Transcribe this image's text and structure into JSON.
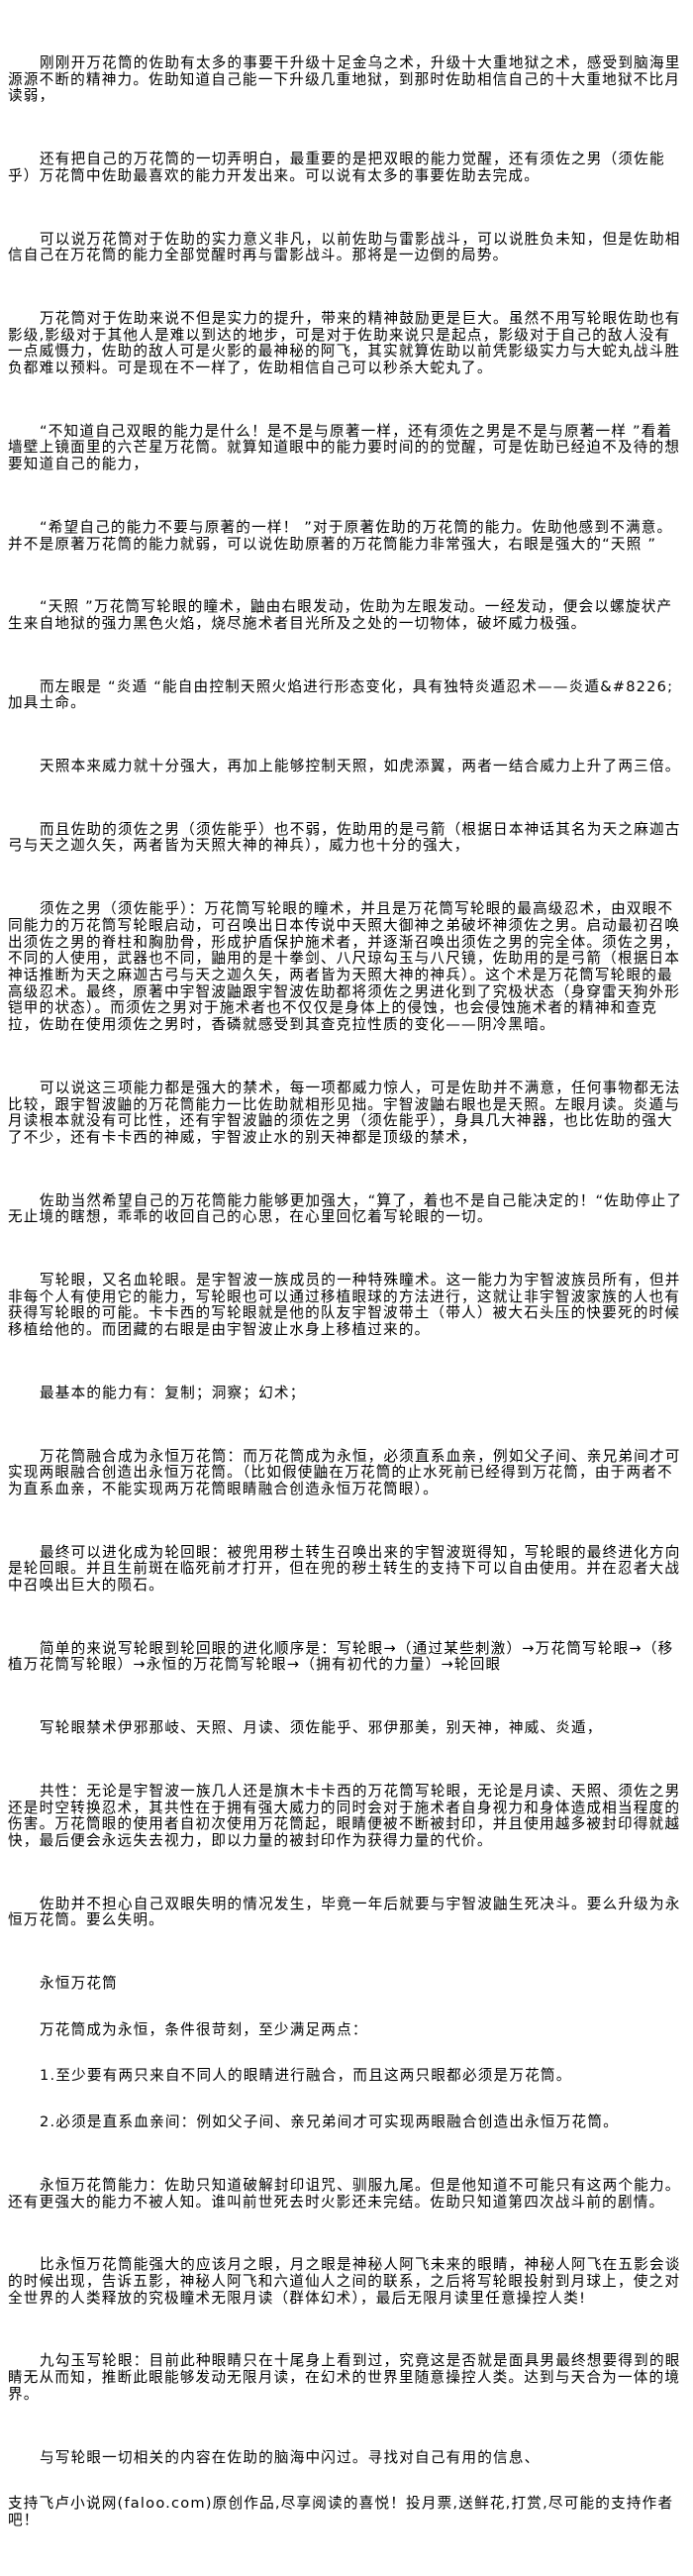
{
  "paragraphs": [
    "刚刚开万花筒的佐助有太多的事要干升级十足金乌之术，升级十大重地狱之术，感受到脑海里源源不断的精神力。佐助知道自己能一下升级几重地狱，到那时佐助相信自己的十大重地狱不比月读弱，",
    "还有把自己的万花筒的一切弄明白，最重要的是把双眼的能力觉醒，还有须佐之男（须佐能乎）万花筒中佐助最喜欢的能力开发出来。可以说有太多的事要佐助去完成。",
    "可以说万花筒对于佐助的实力意义非凡，以前佐助与雷影战斗，可以说胜负未知，但是佐助相信自己在万花筒的能力全部觉醒时再与雷影战斗。那将是一边倒的局势。",
    "万花筒对于佐助来说不但是实力的提升，带来的精神鼓励更是巨大。虽然不用写轮眼佐助也有影级,影级对于其他人是难以到达的地步，可是对于佐助来说只是起点，影级对于自己的敌人没有一点威慑力，佐助的敌人可是火影的最神秘的阿飞，其实就算佐助以前凭影级实力与大蛇丸战斗胜负都难以预料。可是现在不一样了，佐助相信自己可以秒杀大蛇丸了。",
    "“不知道自己双眼的能力是什么！是不是与原著一样，还有须佐之男是不是与原著一样 ”看着墙壁上镜面里的六芒星万花筒。就算知道眼中的能力要时间的的觉醒，可是佐助已经迫不及待的想要知道自己的能力，",
    "“希望自己的能力不要与原著的一样！ ”对于原著佐助的万花筒的能力。佐助他感到不满意。并不是原著万花筒的能力就弱，可以说佐助原著的万花筒能力非常强大，右眼是强大的“天照 ”",
    "“天照 ”万花筒写轮眼的瞳术，鼬由右眼发动，佐助为左眼发动。一经发动，便会以螺旋状产生来自地狱的强力黑色火焰，烧尽施术者目光所及之处的一切物体，破坏威力极强。",
    "而左眼是 “炎遁 “能自由控制天照火焰进行形态变化，具有独特炎遁忍术——炎遁&#8226;加具土命。",
    "天照本来威力就十分强大，再加上能够控制天照，如虎添翼，两者一结合威力上升了两三倍。",
    "而且佐助的须佐之男（须佐能乎）也不弱，佐助用的是弓箭（根据日本神话其名为天之麻迦古弓与天之迦久矢，两者皆为天照大神的神兵），威力也十分的强大，",
    "须佐之男（须佐能乎）：万花筒写轮眼的瞳术，并且是万花筒写轮眼的最高级忍术，由双眼不同能力的万花筒写轮眼启动，可召唤出日本传说中天照大御神之弟破坏神须佐之男。启动最初召唤出须佐之男的脊柱和胸肋骨，形成护盾保护施术者，并逐渐召唤出须佐之男的完全体。须佐之男，不同的人使用，武器也不同，鼬用的是十拳剑、八尺琼勾玉与八尺镜，佐助用的是弓箭（根据日本神话推断为天之麻迦古弓与天之迦久矢，两者皆为天照大神的神兵）。这个术是万花筒写轮眼的最高级忍术。最终，原著中宇智波鼬跟宇智波佐助都将须佐之男进化到了究极状态（身穿雷天狗外形铠甲的状态）。而须佐之男对于施术者也不仅仅是身体上的侵蚀，也会侵蚀施术者的精神和查克拉，佐助在使用须佐之男时，香磷就感受到其查克拉性质的变化——阴冷黑暗。",
    "可以说这三项能力都是强大的禁术，每一项都威力惊人，可是佐助并不满意，任何事物都无法比较，跟宇智波鼬的万花筒能力一比佐助就相形见拙。宇智波鼬右眼也是天照。左眼月读。炎遁与月读根本就没有可比性，还有宇智波鼬的须佐之男（须佐能乎），身具几大神器，也比佐助的强大了不少，还有卡卡西的神威，宇智波止水的别天神都是顶级的禁术，",
    "佐助当然希望自己的万花筒能力能够更加强大，“算了，着也不是自己能决定的！“佐助停止了无止境的瞎想，乖乖的收回自己的心思，在心里回忆着写轮眼的一切。",
    "写轮眼，又名血轮眼。是宇智波一族成员的一种特殊瞳术。这一能力为宇智波族员所有，但并非每个人有使用它的能力，写轮眼也可以通过移植眼球的方法进行，这就让非宇智波家族的人也有获得写轮眼的可能。卡卡西的写轮眼就是他的队友宇智波带土（带人）被大石头压的快要死的时候移植给他的。而团藏的右眼是由宇智波止水身上移植过来的。",
    "最基本的能力有：复制；洞察；幻术；",
    "万花筒融合成为永恒万花筒：而万花筒成为永恒，必须直系血亲，例如父子间、亲兄弟间才可实现两眼融合创造出永恒万花筒。（比如假使鼬在万花筒的止水死前已经得到万花筒，由于两者不为直系血亲，不能实现两万花筒眼睛融合创造永恒万花筒眼）。",
    "最终可以进化成为轮回眼：被兜用秽土转生召唤出来的宇智波斑得知，写轮眼的最终进化方向是轮回眼。并且生前斑在临死前才打开，但在兜的秽土转生的支持下可以自由使用。并在忍者大战中召唤出巨大的陨石。",
    "简单的来说写轮眼到轮回眼的进化顺序是：写轮眼→（通过某些刺激）→万花筒写轮眼→（移植万花筒写轮眼）→永恒的万花筒写轮眼→（拥有初代的力量）→轮回眼",
    "写轮眼禁术伊邪那岐、天照、月读、须佐能乎、邪伊那美，别天神，神威、炎遁，",
    "共性：无论是宇智波一族几人还是旗木卡卡西的万花筒写轮眼，无论是月读、天照、须佐之男还是时空转换忍术，其共性在于拥有强大威力的同时会对于施术者自身视力和身体造成相当程度的伤害。万花筒眼的使用者自初次使用万花筒起，眼睛便被不断被封印，并且使用越多被封印得就越快，最后便会永远失去视力，即以力量的被封印作为获得力量的代价。",
    "佐助并不担心自己双眼失明的情况发生，毕竟一年后就要与宇智波鼬生死决斗。要么升级为永恒万花筒。要么失明。",
    "永恒万花筒",
    "万花筒成为永恒，条件很苛刻，至少满足两点：",
    "1.至少要有两只来自不同人的眼睛进行融合，而且这两只眼都必须是万花筒。",
    "2.必须是直系血亲间：例如父子间、亲兄弟间才可实现两眼融合创造出永恒万花筒。",
    "永恒万花筒能力：佐助只知道破解封印诅咒、驯服九尾。但是他知道不可能只有这两个能力。还有更强大的能力不被人知。谁叫前世死去时火影还未完结。佐助只知道第四次战斗前的剧情。",
    "比永恒万花筒能强大的应该月之眼，月之眼是神秘人阿飞未来的眼睛，神秘人阿飞在五影会谈的时候出现，告诉五影，神秘人阿飞和六道仙人之间的联系，之后将写轮眼投射到月球上，使之对全世界的人类释放的究极瞳术无限月读（群体幻术），最后无限月读里任意操控人类!",
    "九勾玉写轮眼：目前此种眼睛只在十尾身上看到过，究竟这是否就是面具男最终想要得到的眼睛无从而知，推断此眼能够发动无限月读，在幻术的世界里随意操控人类。达到与天合为一体的境界。",
    "与写轮眼一切相关的内容在佐助的脑海中闪过。寻找对自己有用的信息、"
  ],
  "footer": "支持飞卢小说网(faloo.com)原创作品,尽享阅读的喜悦！投月票,送鲜花,打赏,尽可能的支持作者吧！"
}
